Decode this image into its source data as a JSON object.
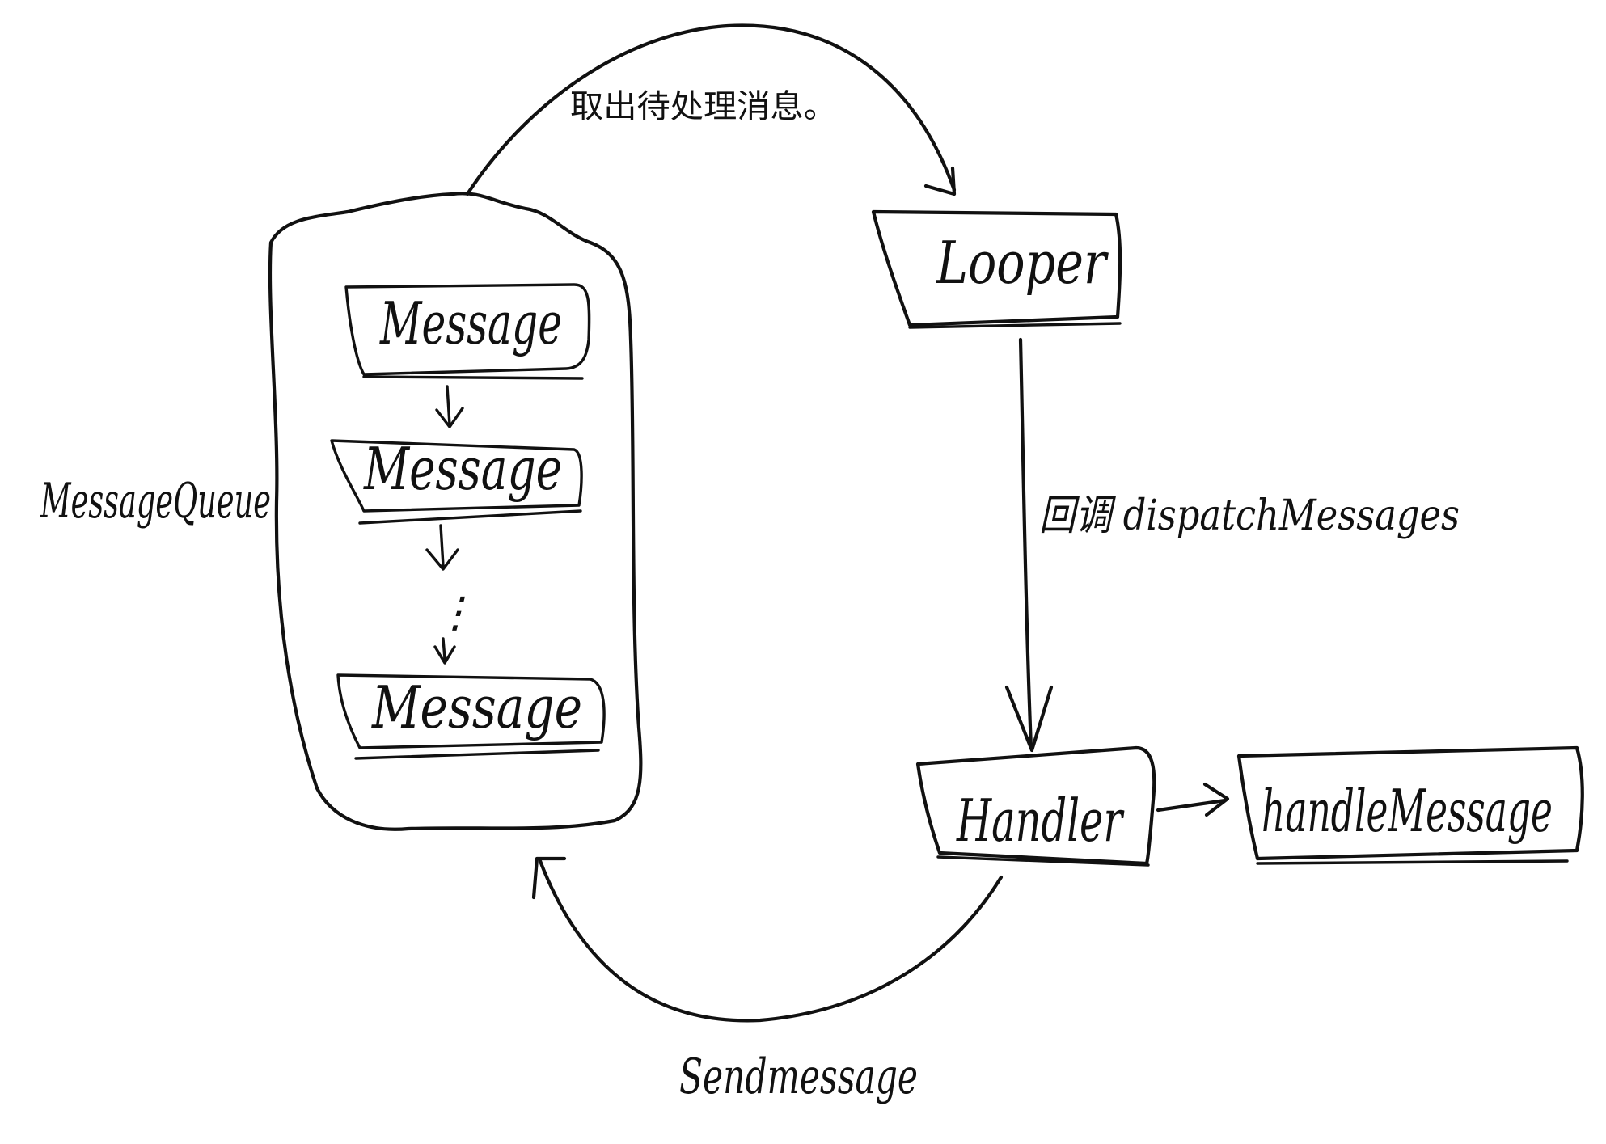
{
  "queue": {
    "label": "MessageQueue",
    "messages": [
      "Message",
      "Message",
      "Message"
    ],
    "ellipsis": "⋮"
  },
  "looper": {
    "label": "Looper"
  },
  "handler": {
    "label": "Handler"
  },
  "handle_message": {
    "label": "handleMessage"
  },
  "edges": {
    "queue_to_looper": "取出待处理消息。",
    "looper_to_handler": "回调 dispatchMessages",
    "handler_to_queue": "Sendmessage"
  }
}
